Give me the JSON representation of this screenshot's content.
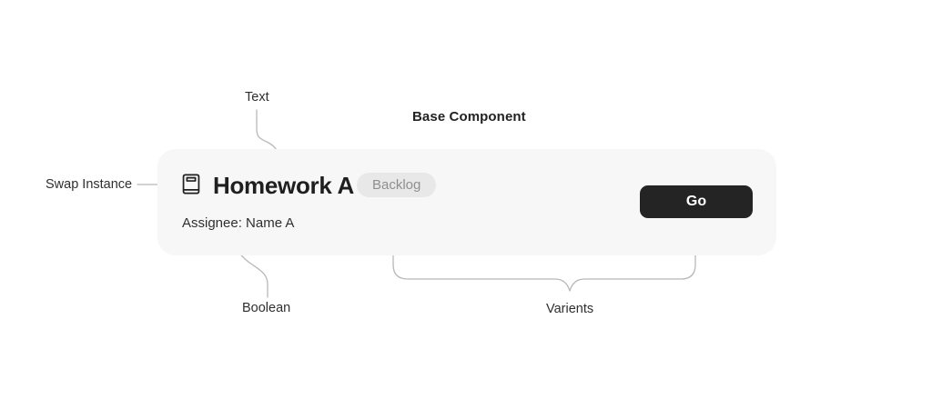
{
  "diagram": {
    "title": "Base Component",
    "labels": {
      "text": "Text",
      "swap_instance": "Swap Instance",
      "boolean": "Boolean",
      "variants": "Varients"
    },
    "card": {
      "icon": "book-icon",
      "title": "Homework A",
      "badge": "Backlog",
      "assignee": "Assignee: Name A",
      "button": "Go"
    },
    "colors": {
      "page_bg": "#ffffff",
      "card_bg": "#f7f7f7",
      "badge_bg": "#e8e8e8",
      "badge_text": "#8f8f8f",
      "button_bg": "#242424",
      "button_text": "#ffffff",
      "title_text": "#1f1f1f",
      "label_text": "#2f2f2f",
      "arrow": "#b8b8b8"
    }
  }
}
